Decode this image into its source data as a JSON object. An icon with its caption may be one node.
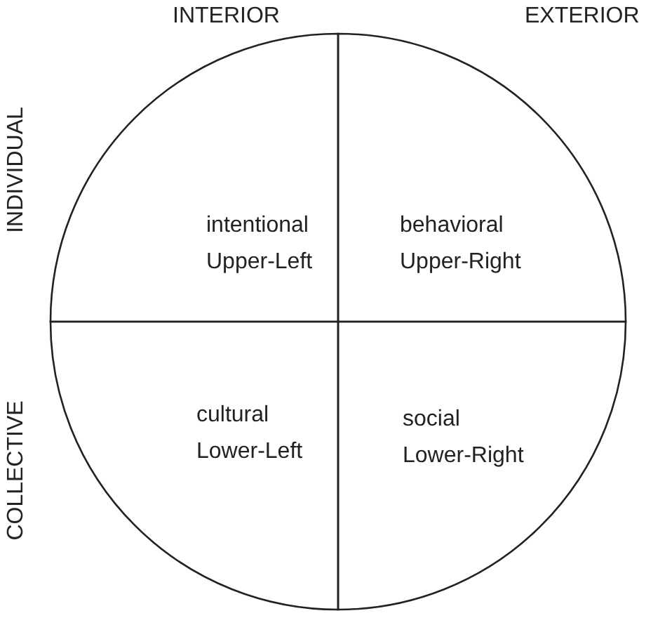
{
  "diagram": {
    "nodes": [
      {
        "text": [
          "intentional",
          "Upper-Left"
        ]
      },
      {
        "text": [
          "behavioral",
          "Upper-Right"
        ]
      },
      {
        "text": [
          "cultural",
          "Lower-Left"
        ]
      },
      {
        "text": [
          "social",
          "Lower-Right"
        ]
      }
    ],
    "labels": [
      "INTERIOR",
      "EXTERIOR",
      "INDIVIDUAL",
      "COLLECTIVE"
    ]
  }
}
